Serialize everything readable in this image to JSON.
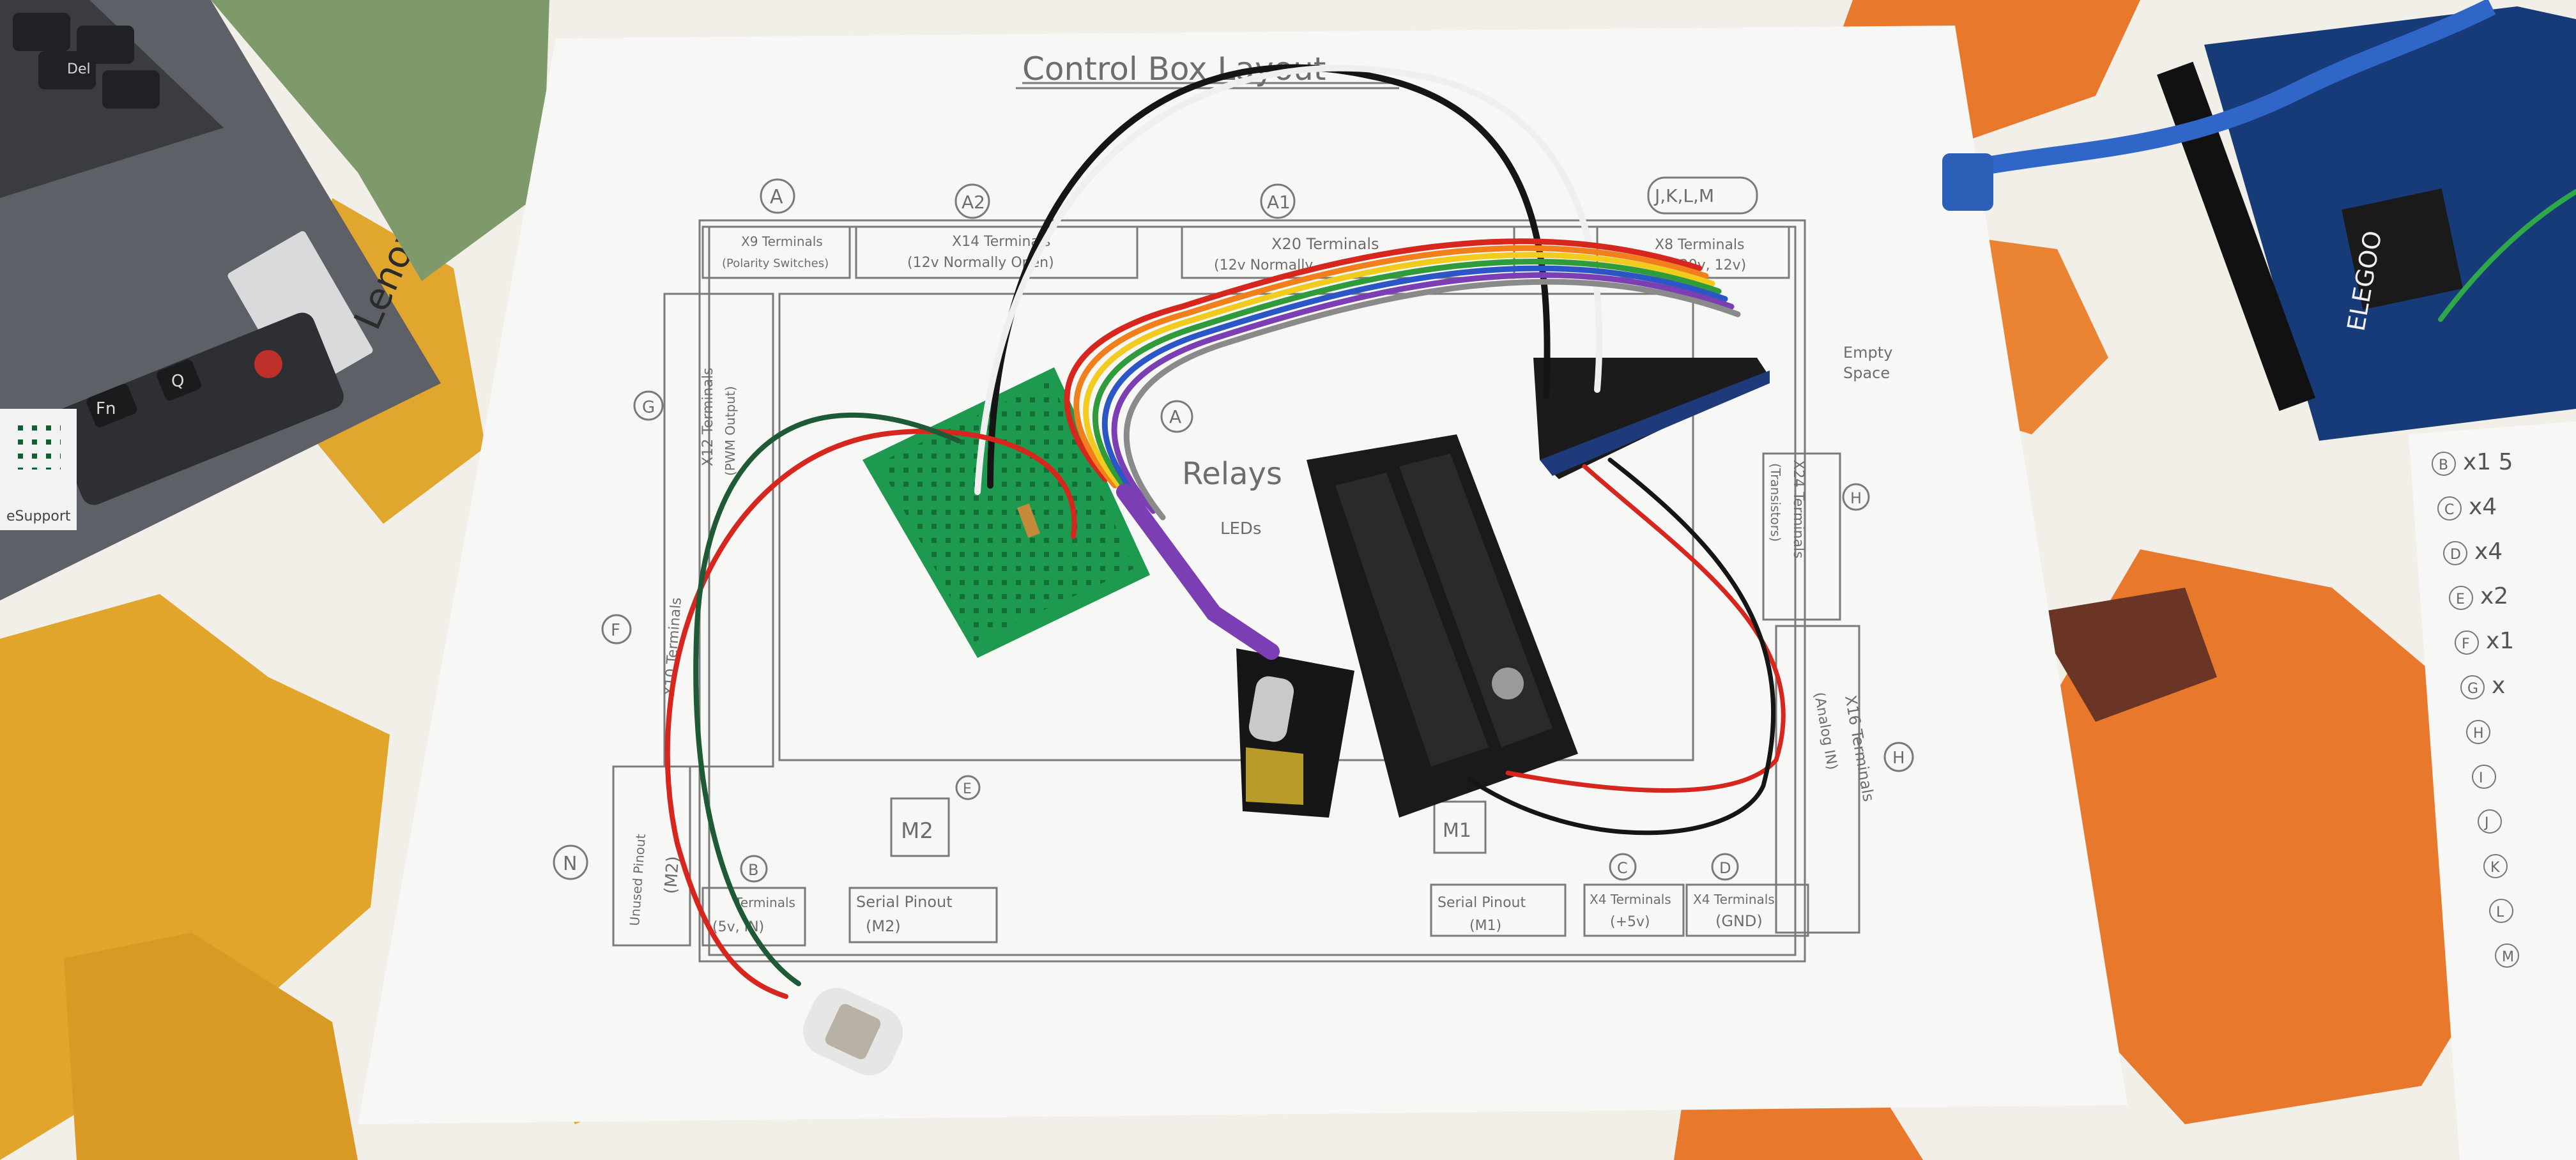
{
  "colors": {
    "tablecloth": "#f2efe8",
    "tablecloth_orange": "#e8782b",
    "tablecloth_yellow": "#e0a52a",
    "tablecloth_brown": "#6a3524",
    "paper": "#f7f7f5",
    "pencil": "#7a7a7a",
    "breadboard": "#1d9a4f",
    "arduino_board": "#173b78",
    "laptop": "#5d6066",
    "battery_holder": "#1a1a1a",
    "usb_cable": "#2f66c8",
    "wire_red": "#d7261e",
    "wire_green": "#1f5a36",
    "wire_white": "#efefef",
    "wire_black": "#151515"
  },
  "laptop": {
    "brand": "Lenovo",
    "keys": {
      "fn": "Fn",
      "q": "Q",
      "del": "Del"
    },
    "sticker_label": "eSupport"
  },
  "microcontroller": {
    "brand": "ELEGOO"
  },
  "diagram": {
    "title": "Control Box Layout",
    "labels": {
      "a_top_left": "A",
      "a2": "A2",
      "a1": "A1",
      "jklm": "J,K,L,M",
      "g": "G",
      "f": "F",
      "n": "N",
      "b": "B",
      "c": "C",
      "d": "D",
      "e": "E",
      "h_upper": "H",
      "h_lower": "H",
      "a_relays": "A",
      "m1": "M1",
      "m2": "M2"
    },
    "boxes": {
      "x9": {
        "line1": "X9 Terminals",
        "line2": "(Polarity Switches)"
      },
      "x14": {
        "line1": "X14 Terminals",
        "line2": "(12v Normally Open)"
      },
      "x20": {
        "line1": "X20 Terminals",
        "line2": "(12v Normally"
      },
      "x8": {
        "line1": "X8 Terminals",
        "line2": "(20v, 12v)"
      },
      "empty": {
        "line1": "Empty",
        "line2": "Space"
      },
      "x12": {
        "line1": "X12 Terminals",
        "line2": "(PWM Output)"
      },
      "x24": {
        "line1": "X24 Terminals",
        "line2": "(Transistors)"
      },
      "x16": {
        "line1": "X16 Terminals",
        "line2": "(Analog IN)"
      },
      "relays": {
        "line1": "Relays",
        "line2": "LEDs"
      },
      "x10": {
        "line1": "X10 Terminals"
      },
      "unused": {
        "line1": "Unused Pinout",
        "line2": "(M2)"
      },
      "b_terminals": {
        "line1": "Terminals",
        "line2": "(5v, IN)"
      },
      "serial_m2": {
        "line1": "Serial Pinout",
        "line2": "(M2)"
      },
      "serial_m1": {
        "line1": "Serial Pinout",
        "line2": "(M1)"
      },
      "x4_5v": {
        "line1": "X4 Terminals",
        "line2": "(+5v)"
      },
      "x4_gnd": {
        "line1": "X4 Terminals",
        "line2": "(GND)"
      }
    }
  },
  "side_sheet": {
    "items": [
      {
        "letter": "B",
        "text": "x1 5"
      },
      {
        "letter": "C",
        "text": "x4"
      },
      {
        "letter": "D",
        "text": "x4"
      },
      {
        "letter": "E",
        "text": "x2"
      },
      {
        "letter": "F",
        "text": "x1"
      },
      {
        "letter": "G",
        "text": "x"
      },
      {
        "letter": "H",
        "text": ""
      },
      {
        "letter": "I",
        "text": ""
      },
      {
        "letter": "J",
        "text": ""
      },
      {
        "letter": "K",
        "text": ""
      },
      {
        "letter": "L",
        "text": ""
      },
      {
        "letter": "M",
        "text": ""
      }
    ]
  }
}
